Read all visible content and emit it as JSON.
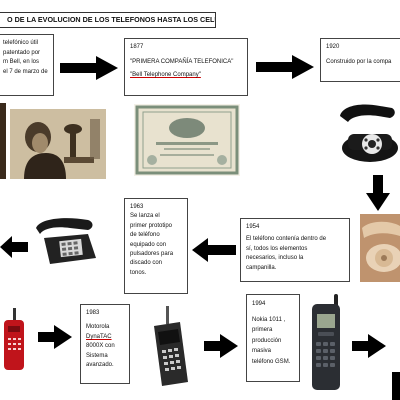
{
  "title": "O DE LA EVOLUCION DE LOS TELEFONOS HASTA LOS CELULARES.",
  "boxes": {
    "b1_lines": [
      "telefónico útil",
      "patentado por",
      "m Bell, en los",
      "el 7 de marzo de"
    ],
    "b2_year": "1877",
    "b2_name": "\"PRIMERA COMPAÑÍA TELEFONICA\"",
    "b2_bell": "\"Bell Telephone Company\"",
    "b3_year": "1920",
    "b3_text": "Construido por la compa",
    "b4_lines": [
      "1963",
      "Se lanza el",
      "primer prototipo",
      "de teléfono",
      "equipado con",
      "pulsadores para",
      "discado con",
      "tonos."
    ],
    "b5_lines": [
      "1954",
      "El teléfono contenía dentro de",
      "sí, todos los elementos",
      "necesarios, incluso la",
      "campanilla."
    ],
    "b6_year": "1983",
    "b6_line1": "Motorola",
    "b6_line2": "DynaTAC",
    "b6_line3": "8000X con",
    "b6_line4": "Sistema",
    "b6_line5": "avanzado.",
    "b7_lines": [
      "1994",
      "Nokia 1011 ,",
      "primera",
      "producción",
      "masiva",
      "teléfono GSM."
    ]
  },
  "colors": {
    "arrow": "#000000",
    "border": "#444444",
    "underline": "#cc0000"
  }
}
